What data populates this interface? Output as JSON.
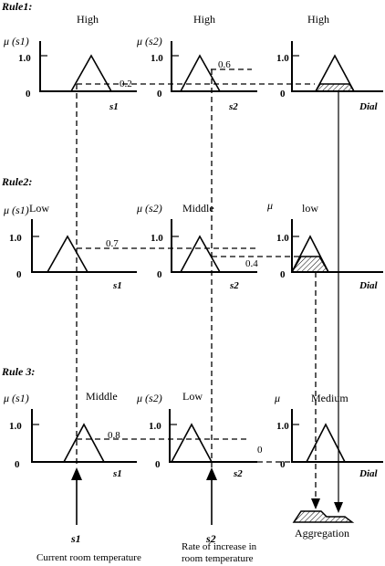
{
  "rules": [
    {
      "label": "Rule1:",
      "p1": {
        "ylabel": "μ (s1)",
        "set": "High",
        "one": "1.0",
        "zero": "0",
        "var": "s1"
      },
      "p2": {
        "ylabel": "μ (s2)",
        "set": "High",
        "one": "1.0",
        "zero": "0",
        "var": "s2",
        "cut": "0.6"
      },
      "p3": {
        "set": "High",
        "one": "1.0",
        "zero": "0",
        "var": "Dial"
      },
      "min_value": "0.2"
    },
    {
      "label": "Rule2:",
      "p1": {
        "ylabel": "μ (s1)",
        "set": "Low",
        "one": "1.0",
        "zero": "0",
        "var": "s1",
        "cut": "0.7"
      },
      "p2": {
        "ylabel": "μ (s2)",
        "set": "Middle",
        "one": "1.0",
        "zero": "0",
        "var": "s2"
      },
      "p3": {
        "set": "low",
        "one": "1.0",
        "zero": "0",
        "var": "Dial"
      },
      "min_value": "0.4"
    },
    {
      "label": "Rule 3:",
      "p1": {
        "ylabel": "μ (s1)",
        "set": "Middle",
        "one": "1.0",
        "zero": "0",
        "var": "s1",
        "cut": "0.8"
      },
      "p2": {
        "ylabel": "μ (s2)",
        "set": "Low",
        "one": "1.0",
        "zero": "0",
        "var": "s2"
      },
      "p3": {
        "ylabel": "μ",
        "set": "Medium",
        "one": "1.0",
        "zero": "0",
        "var": "Dial"
      },
      "min_value": "0"
    }
  ],
  "inputs": {
    "s1_label": "s1",
    "s2_label": "s2",
    "s1_caption": "Current room temperature",
    "s2_caption_line1": "Rate of increase in",
    "s2_caption_line2": "room temperature"
  },
  "aggregation": {
    "label": "Aggregation"
  }
}
